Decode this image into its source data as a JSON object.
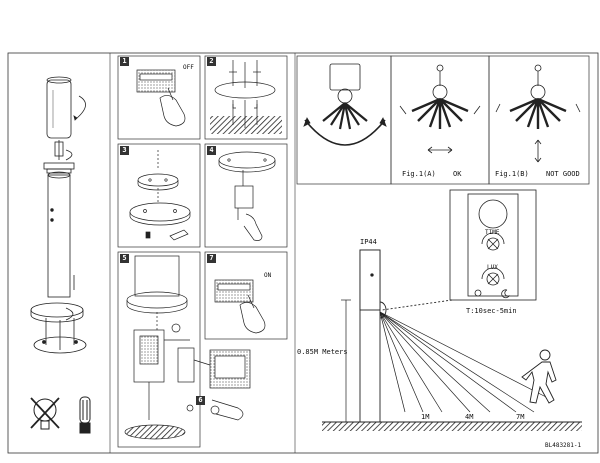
{
  "steps": [
    "1",
    "2",
    "3",
    "4",
    "5",
    "6",
    "7"
  ],
  "switch_labels": {
    "off": "OFF",
    "on": "ON"
  },
  "fig_captions": {
    "a_label": "Fig.1(A)",
    "a_status": "OK",
    "b_label": "Fig.1(B)",
    "b_status": "NOT GOOD"
  },
  "control": {
    "time": "TIME",
    "lux": "LUX",
    "time_range": "T:10sec-5min"
  },
  "ip_rating": "IP44",
  "height_label": "0.85M Meters",
  "distances": [
    "1M",
    "4M",
    "7M"
  ],
  "doc_code": "BL483281-1"
}
